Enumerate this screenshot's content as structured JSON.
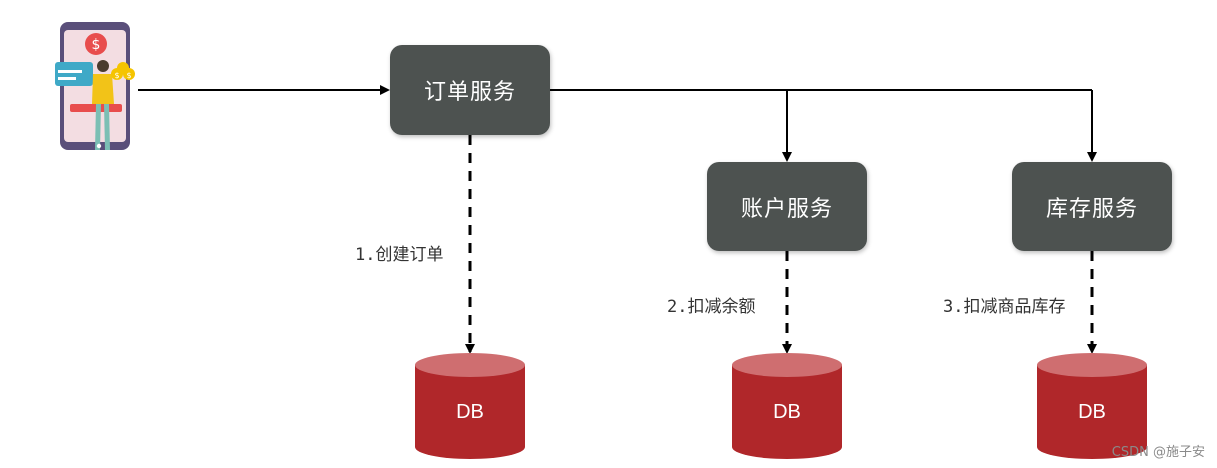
{
  "services": {
    "order": "订单服务",
    "account": "账户服务",
    "storage": "库存服务"
  },
  "steps": {
    "step1": "1.创建订单",
    "step2": "2.扣减余额",
    "step3": "3.扣减商品库存"
  },
  "databases": {
    "order_db": "DB",
    "account_db": "DB",
    "storage_db": "DB"
  },
  "watermark": "CSDN @施子安",
  "icons": {
    "client": "mobile-payment-user-icon"
  },
  "colors": {
    "service_box": "#4d5250",
    "database": "#b0272a",
    "database_top": "#cf6e70",
    "arrow": "#000000"
  }
}
